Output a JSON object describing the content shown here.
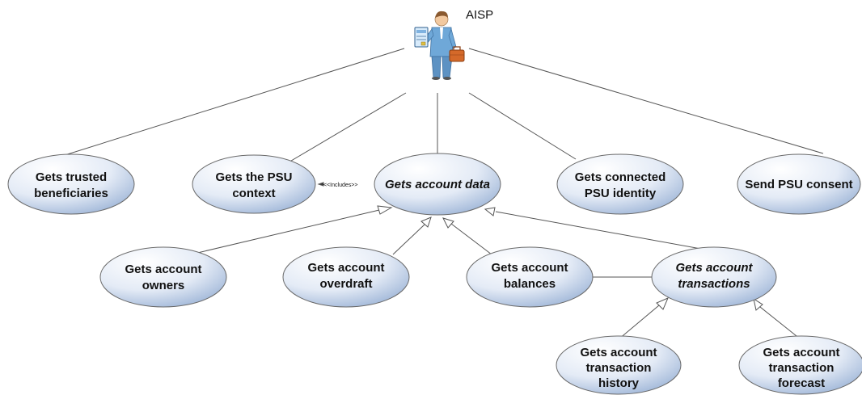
{
  "actor": {
    "label": "AISP",
    "icon": "business-user-icon"
  },
  "use_cases": {
    "trusted_beneficiaries": {
      "line1": "Gets trusted",
      "line2": "beneficiaries"
    },
    "psu_context": {
      "line1": "Gets the PSU",
      "line2": "context"
    },
    "account_data": {
      "line1": "Gets account data"
    },
    "connected_identity": {
      "line1": "Gets connected",
      "line2": "PSU identity"
    },
    "send_consent": {
      "line1": "Send PSU consent"
    },
    "account_owners": {
      "line1": "Gets account",
      "line2": "owners"
    },
    "account_overdraft": {
      "line1": "Gets account",
      "line2": "overdraft"
    },
    "account_balances": {
      "line1": "Gets account",
      "line2": "balances"
    },
    "account_transactions": {
      "line1": "Gets account",
      "line2": "transactions"
    },
    "transaction_history": {
      "line1": "Gets account",
      "line2": "transaction",
      "line3": "history"
    },
    "transaction_forecast": {
      "line1": "Gets account",
      "line2": "transaction",
      "line3": "forecast"
    }
  },
  "relations": {
    "includes_label": "<<Includes>>"
  },
  "colors": {
    "ellipse_light": "#ffffff",
    "ellipse_dark": "#9bb3d6",
    "line": "#555555"
  }
}
